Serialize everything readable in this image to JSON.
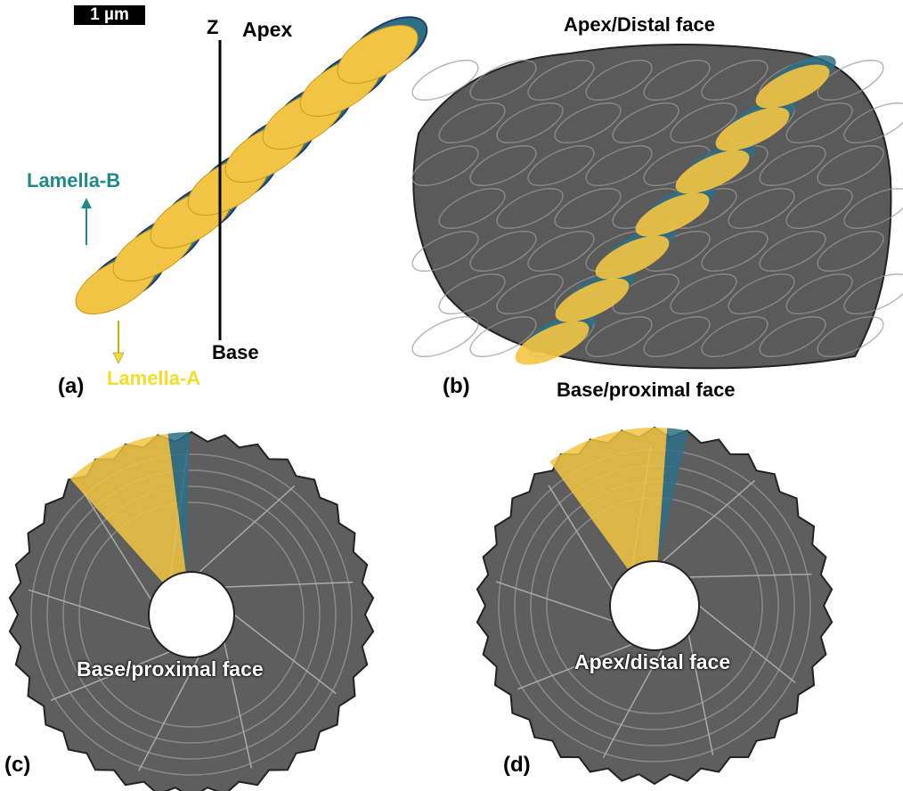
{
  "scale_bar": "1 µm",
  "panel_a": {
    "letter": "(a)",
    "axis_label": "Z",
    "apex_label": "Apex",
    "base_label": "Base",
    "lamella_b": "Lamella-B",
    "lamella_a": "Lamella-A"
  },
  "panel_b": {
    "letter": "(b)",
    "title": "Apex/Distal face"
  },
  "panel_c": {
    "letter": "(c)",
    "caption": "Base/proximal face"
  },
  "panel_d": {
    "letter": "(d)",
    "title": "Base/proximal face",
    "caption": "Apex/distal face"
  },
  "colors": {
    "lamella_a": "#f2c443",
    "lamella_b": "#2f6f86",
    "gray": "#555555",
    "lamella_b_label": "#1f8a8a",
    "lamella_a_label": "#f4dc2a"
  }
}
